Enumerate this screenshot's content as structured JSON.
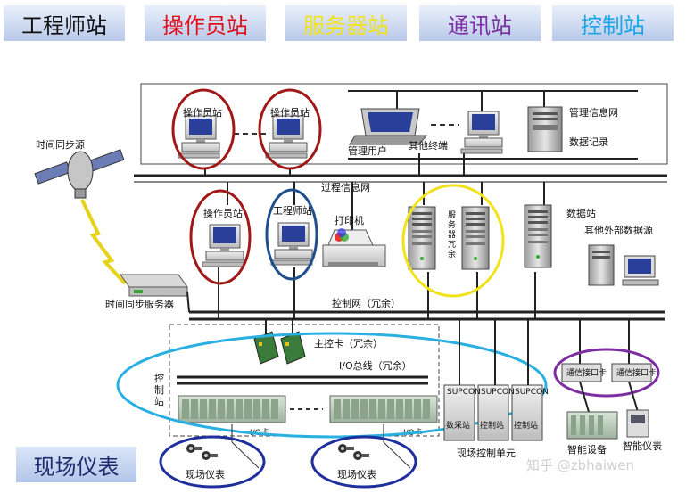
{
  "tabs": [
    {
      "label": "工程师站",
      "color": "#111111"
    },
    {
      "label": "操作员站",
      "color": "#e0101a"
    },
    {
      "label": "服务器站",
      "color": "#f2e21a"
    },
    {
      "label": "通讯站",
      "color": "#7b2fa0"
    },
    {
      "label": "控制站",
      "color": "#1aa7e6"
    }
  ],
  "legend": {
    "field_instruments": "现场仪表"
  },
  "diagram": {
    "time_source": "时间同步源",
    "time_server": "时间同步服务器",
    "operator_station_1": "操作员站",
    "operator_station_2": "操作员站",
    "operator_station_3": "操作员站",
    "engineer_station": "工程师站",
    "printer": "打印机",
    "admin_user": "管理用户",
    "other_terminals": "其他终端",
    "mis_network": "管理信息网",
    "data_record": "数据记录",
    "process_network": "过程信息网",
    "redundant_server": "服务器冗余",
    "data_station": "数据站",
    "external_data": "其他外部数据源",
    "control_network": "控制网（冗余）",
    "main_control_card": "主控卡（冗余）",
    "io_bus": "I/O总线（冗余）",
    "control_station_vertical": "控制站",
    "io_card_1": "I/O卡",
    "io_card_2": "I/O卡",
    "field_inst_1": "现场仪表",
    "field_inst_2": "现场仪表",
    "supcon": "SUPCON",
    "cabinet_1": "数采站",
    "cabinet_2": "控制站",
    "cabinet_3": "控制站",
    "field_control_unit": "现场控制单元",
    "comm_card_1": "通信接口卡",
    "comm_card_2": "通信接口卡",
    "smart_device": "智能设备",
    "smart_instrument": "智能仪表",
    "watermark": "知乎 @zbhaiwen"
  }
}
